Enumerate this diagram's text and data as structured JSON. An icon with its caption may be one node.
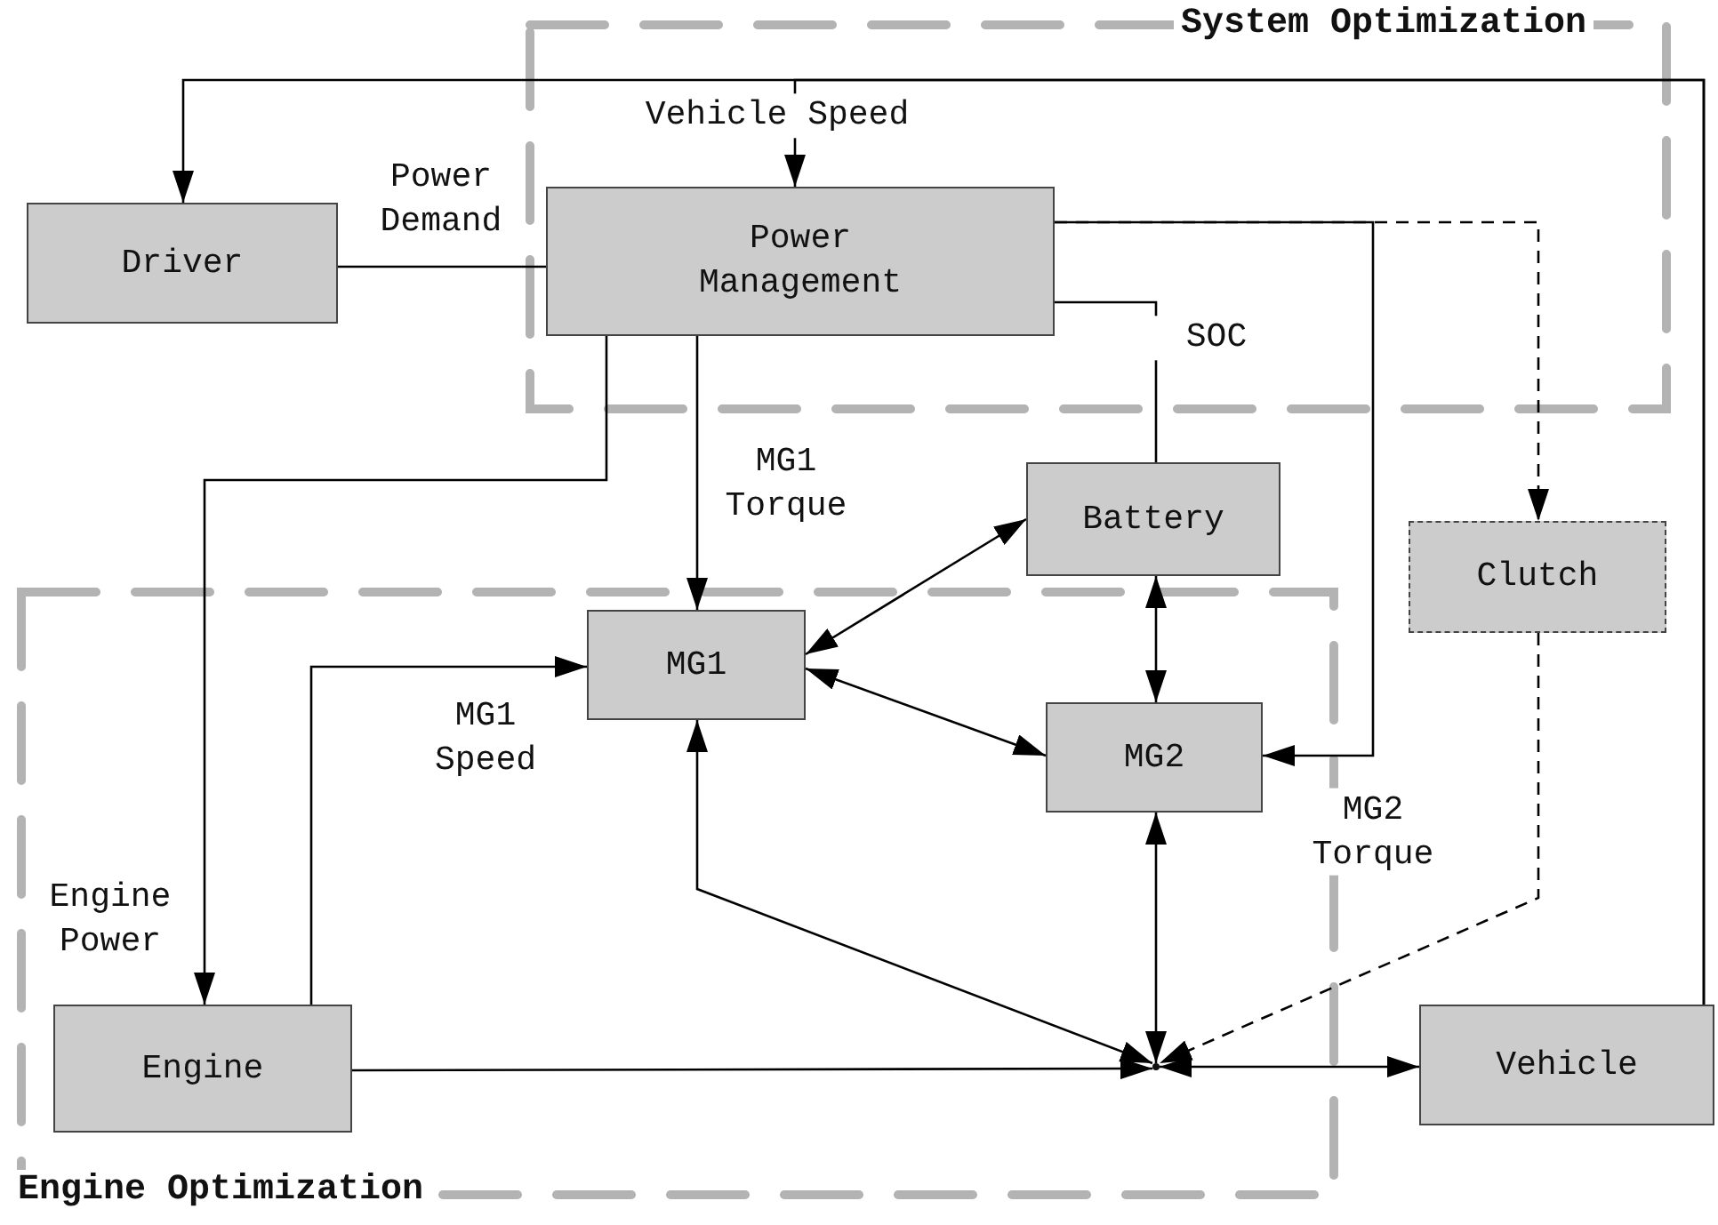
{
  "diagram": {
    "nodes": [
      {
        "text": [
          "System Optimization"
        ]
      },
      {
        "text": [
          "Driver"
        ]
      },
      {
        "text": [
          "Power Management"
        ],
        "in": 0
      },
      {
        "text": [
          "Battery"
        ]
      },
      {
        "text": [
          "Clutch"
        ]
      },
      {
        "text": [
          "Engine Optimization"
        ]
      },
      {
        "text": [
          "MG1"
        ],
        "in": 5
      },
      {
        "text": [
          "MG2"
        ],
        "in": 5
      },
      {
        "text": [
          "Engine"
        ],
        "in": 5
      },
      {
        "text": [],
        "shape": "point",
        "in": 5
      },
      {
        "text": [
          "Vehicle"
        ]
      }
    ],
    "edges": [
      {
        "from": 10,
        "to": 1,
        "arrow": "to"
      },
      {
        "from": 10,
        "to": 2,
        "arrow": "to",
        "label": "Vehicle Speed"
      },
      {
        "from": 1,
        "to": 2,
        "arrow": "none",
        "label": "Power Demand"
      },
      {
        "from": 2,
        "to": 8,
        "arrow": "to",
        "label": "Engine Power"
      },
      {
        "from": 2,
        "to": 6,
        "arrow": "to",
        "label": "MG1 Torque"
      },
      {
        "from": 2,
        "to": 3,
        "arrow": "none",
        "label": "SOC"
      },
      {
        "from": 2,
        "to": 7,
        "arrow": "to",
        "label": "MG2 Torque"
      },
      {
        "from": 2,
        "to": 4,
        "arrow": "to",
        "style": "dashed"
      },
      {
        "from": 8,
        "to": 6,
        "arrow": "to",
        "label": "MG1 Speed"
      },
      {
        "from": 3,
        "to": 6,
        "arrow": "both"
      },
      {
        "from": 6,
        "to": 7,
        "arrow": "both"
      },
      {
        "from": 3,
        "to": 7,
        "arrow": "both"
      },
      {
        "from": 6,
        "to": 9,
        "arrow": "both"
      },
      {
        "from": 7,
        "to": 9,
        "arrow": "both"
      },
      {
        "from": 8,
        "to": 9,
        "arrow": "to"
      },
      {
        "from": 4,
        "to": 9,
        "arrow": "to",
        "style": "dashed"
      },
      {
        "from": 9,
        "to": 10,
        "arrow": "both"
      }
    ]
  }
}
